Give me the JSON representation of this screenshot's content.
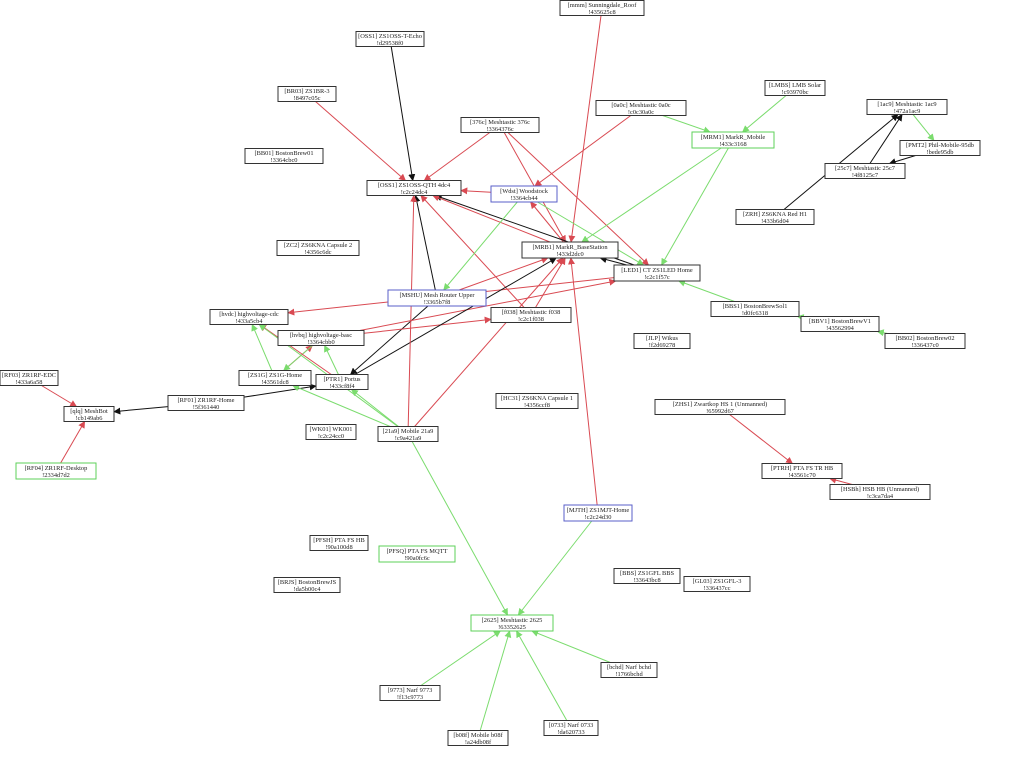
{
  "colors": {
    "red_edge": "#d94a52",
    "green_edge": "#7bdc6e",
    "black_edge": "#111111",
    "box_default": "#333333",
    "box_green": "#5ed15a",
    "box_blue": "#5a5fc8"
  },
  "nodes": [
    {
      "id": "mmm",
      "line1": "[mmm] Sunningdale_Roof",
      "line2": "!435625c8",
      "style": "default"
    },
    {
      "id": "OSS1T",
      "line1": "[OSS1] ZS1OSS-T-Echo",
      "line2": "!d29538f0",
      "style": "default"
    },
    {
      "id": "LMBS",
      "line1": "[LMBS] LMB Solar",
      "line2": "!c93970bc",
      "style": "default"
    },
    {
      "id": "BR03",
      "line1": "[BR03] ZS1BR-3",
      "line2": "!8497c05c",
      "style": "default"
    },
    {
      "id": "0a0c",
      "line1": "[0a0c] Meshtastic 0a0c",
      "line2": "!c0c30a0c",
      "style": "default"
    },
    {
      "id": "1ac9",
      "line1": "[1ac9] Meshtastic 1ac9",
      "line2": "!472a1ac9",
      "style": "default"
    },
    {
      "id": "376c",
      "line1": "[376c] Meshtastic 376c",
      "line2": "!3364376c",
      "style": "default"
    },
    {
      "id": "MRM1",
      "line1": "[MRM1] MarkR_Mobile",
      "line2": "!433c3168",
      "style": "green"
    },
    {
      "id": "PMT2",
      "line1": "[PMT2] Phil-Mobile-95db",
      "line2": "!bede95db",
      "style": "default"
    },
    {
      "id": "BB01",
      "line1": "[BB01] BostonBrew01",
      "line2": "!3364cbc0",
      "style": "default"
    },
    {
      "id": "25c7",
      "line1": "[25c7] Meshtastic 25c7",
      "line2": "!4f8125c7",
      "style": "default"
    },
    {
      "id": "OSS1Q",
      "line1": "[OSS1] ZS1OSS-QTH 4dc4",
      "line2": "!c2c24dc4",
      "style": "default"
    },
    {
      "id": "Wdst",
      "line1": "[Wdst] Woodstock",
      "line2": "!3364cb44",
      "style": "blue"
    },
    {
      "id": "ZRH",
      "line1": "[ZRH] ZS6KNA Red H1",
      "line2": "!433b6d04",
      "style": "default"
    },
    {
      "id": "ZC2",
      "line1": "[ZC2] ZS6KNA Capsule 2",
      "line2": "!4356c6dc",
      "style": "default"
    },
    {
      "id": "MRB1",
      "line1": "[MRB1] MarkR_BaseStation",
      "line2": "!433d2dc0",
      "style": "default"
    },
    {
      "id": "LED1",
      "line1": "[LED1] CT ZS1LED Home",
      "line2": "!c2c1f57c",
      "style": "default"
    },
    {
      "id": "MSHU",
      "line1": "[MSHU] Mesh Router Upper",
      "line2": "!3365b7f8",
      "style": "blue"
    },
    {
      "id": "f038",
      "line1": "[f038] Meshtastic f038",
      "line2": "!c2c1f038",
      "style": "default"
    },
    {
      "id": "BBS1",
      "line1": "[BBS1] BostonBrewSol1",
      "line2": "!d0fc6318",
      "style": "default"
    },
    {
      "id": "hvdc",
      "line1": "[hvdc] highvoltage-cdc",
      "line2": "!433a5cb4",
      "style": "default"
    },
    {
      "id": "BBV1",
      "line1": "[BBV1] BostonBrewV1",
      "line2": "!43562994",
      "style": "default"
    },
    {
      "id": "hvbq",
      "line1": "[hvbq] highvoltage-basc",
      "line2": "!3364cbb0",
      "style": "default"
    },
    {
      "id": "JLP",
      "line1": "[JLP] Wikus",
      "line2": "!f2d69278",
      "style": "default"
    },
    {
      "id": "BB02",
      "line1": "[BB02] BostonBrew02",
      "line2": "!336437c0",
      "style": "default"
    },
    {
      "id": "RF03",
      "line1": "[RF03] ZR1RF-EDC",
      "line2": "!433a6a58",
      "style": "default"
    },
    {
      "id": "ZS1G",
      "line1": "[ZS1G] ZS1G-Home",
      "line2": "!43561dc8",
      "style": "default"
    },
    {
      "id": "PTR1",
      "line1": "[PTR1] Portus",
      "line2": "!433cf8f4",
      "style": "default"
    },
    {
      "id": "RF01",
      "line1": "[RF01] ZR1RF-Home",
      "line2": "!5f361440",
      "style": "default"
    },
    {
      "id": "HC31",
      "line1": "[HC31] ZS6KNA Capsule 1",
      "line2": "!4356ccf8",
      "style": "default"
    },
    {
      "id": "ZHS1",
      "line1": "[ZHS1] Zwartkop HS 1 (Unmanned)",
      "line2": "!65992d67",
      "style": "default"
    },
    {
      "id": "qlq",
      "line1": "[qlq] MeshBot",
      "line2": "!cb149ab6",
      "style": "default"
    },
    {
      "id": "WK01",
      "line1": "[WK01] WK001",
      "line2": "!c2c24cc0",
      "style": "default"
    },
    {
      "id": "21a9",
      "line1": "[21a9] Mobile 21a9",
      "line2": "!c9a421a9",
      "style": "default"
    },
    {
      "id": "RF04",
      "line1": "[RF04] ZR1RF-Desktop",
      "line2": "!2334d7d2",
      "style": "green"
    },
    {
      "id": "PTRH",
      "line1": "[PTRH] PTA FS TR HB",
      "line2": "!43561c70",
      "style": "default"
    },
    {
      "id": "HSBh",
      "line1": "[HSBh] HSB HB (Unmanned)",
      "line2": "!c3ca7da4",
      "style": "default"
    },
    {
      "id": "MJTH",
      "line1": "[MJTH] ZS1MJT-Home",
      "line2": "!c2c24d30",
      "style": "blue"
    },
    {
      "id": "PFSH",
      "line1": "[PFSH] PTA FS HB",
      "line2": "!90a100d8",
      "style": "default"
    },
    {
      "id": "PFSQ",
      "line1": "[PFSQ] PTA FS MQTT",
      "line2": "!90a0fc6c",
      "style": "green"
    },
    {
      "id": "BBS",
      "line1": "[BBS] ZS1GFL BBS",
      "line2": "!33643bc8",
      "style": "default"
    },
    {
      "id": "BRJS",
      "line1": "[BRJS] BostonBrewJS",
      "line2": "!da5b00c4",
      "style": "default"
    },
    {
      "id": "GL03",
      "line1": "[GL03] ZS1GFL-3",
      "line2": "!336437cc",
      "style": "default"
    },
    {
      "id": "2625",
      "line1": "[2625] Meshtastic 2625",
      "line2": "!63352625",
      "style": "green"
    },
    {
      "id": "bchd",
      "line1": "[bchd] Narf bchd",
      "line2": "!1766bchd",
      "style": "default"
    },
    {
      "id": "9773",
      "line1": "[9773] Narf 9773",
      "line2": "!f13c9773",
      "style": "default"
    },
    {
      "id": "0733",
      "line1": "[0733] Narf 0733",
      "line2": "!da620733",
      "style": "default"
    },
    {
      "id": "b08f",
      "line1": "[b08f] Mobile b08f",
      "line2": "!a24db08f",
      "style": "default"
    }
  ],
  "edges": [
    {
      "from": "mmm",
      "to": "MRB1",
      "color": "red"
    },
    {
      "from": "OSS1T",
      "to": "OSS1Q",
      "color": "black"
    },
    {
      "from": "BR03",
      "to": "OSS1Q",
      "color": "red"
    },
    {
      "from": "376c",
      "to": "OSS1Q",
      "color": "red"
    },
    {
      "from": "376c",
      "to": "MRB1",
      "color": "red"
    },
    {
      "from": "376c",
      "to": "LED1",
      "color": "red"
    },
    {
      "from": "0a0c",
      "to": "Wdst",
      "color": "red"
    },
    {
      "from": "0a0c",
      "to": "MRM1",
      "color": "green"
    },
    {
      "from": "LMBS",
      "to": "MRM1",
      "color": "green"
    },
    {
      "from": "ZRH",
      "to": "1ac9",
      "color": "black"
    },
    {
      "from": "25c7",
      "to": "1ac9",
      "color": "black"
    },
    {
      "from": "1ac9",
      "to": "PMT2",
      "color": "green"
    },
    {
      "from": "PMT2",
      "to": "25c7",
      "color": "black"
    },
    {
      "from": "MRM1",
      "to": "MRB1",
      "color": "green"
    },
    {
      "from": "MRM1",
      "to": "LED1",
      "color": "green"
    },
    {
      "from": "MRB1",
      "to": "Wdst",
      "color": "red"
    },
    {
      "from": "Wdst",
      "to": "LED1",
      "color": "green"
    },
    {
      "from": "LED1",
      "to": "MRB1",
      "color": "black"
    },
    {
      "from": "LED1",
      "to": "OSS1Q",
      "color": "black"
    },
    {
      "from": "MRB1",
      "to": "OSS1Q",
      "color": "red"
    },
    {
      "from": "LED1",
      "to": "hvdc",
      "color": "red"
    },
    {
      "from": "f038",
      "to": "OSS1Q",
      "color": "red"
    },
    {
      "from": "f038",
      "to": "MRB1",
      "color": "red"
    },
    {
      "from": "MSHU",
      "to": "OSS1Q",
      "color": "black"
    },
    {
      "from": "MSHU",
      "to": "MRB1",
      "color": "red"
    },
    {
      "from": "MSHU",
      "to": "PTR1",
      "color": "black"
    },
    {
      "from": "Wdst",
      "to": "MSHU",
      "color": "green"
    },
    {
      "from": "Wdst",
      "to": "OSS1Q",
      "color": "red"
    },
    {
      "from": "hvbq",
      "to": "LED1",
      "color": "red"
    },
    {
      "from": "hvbq",
      "to": "f038",
      "color": "red"
    },
    {
      "from": "BBS1",
      "to": "LED1",
      "color": "green"
    },
    {
      "from": "BBV1",
      "to": "BBS1",
      "color": "green"
    },
    {
      "from": "BB02",
      "to": "BBV1",
      "color": "green"
    },
    {
      "from": "ZS1G",
      "to": "hvdc",
      "color": "green"
    },
    {
      "from": "ZS1G",
      "to": "hvbq",
      "color": "red"
    },
    {
      "from": "hvbq",
      "to": "ZS1G",
      "color": "green"
    },
    {
      "from": "PTR1",
      "to": "hvbq",
      "color": "green"
    },
    {
      "from": "PTR1",
      "to": "MRB1",
      "color": "black"
    },
    {
      "from": "PTR1",
      "to": "hvdc",
      "color": "red"
    },
    {
      "from": "RF01",
      "to": "PTR1",
      "color": "black"
    },
    {
      "from": "RF01",
      "to": "qlq",
      "color": "black"
    },
    {
      "from": "RF03",
      "to": "qlq",
      "color": "red"
    },
    {
      "from": "RF04",
      "to": "qlq",
      "color": "red"
    },
    {
      "from": "21a9",
      "to": "PTR1",
      "color": "green"
    },
    {
      "from": "21a9",
      "to": "ZS1G",
      "color": "green"
    },
    {
      "from": "21a9",
      "to": "hvdc",
      "color": "green"
    },
    {
      "from": "21a9",
      "to": "OSS1Q",
      "color": "red"
    },
    {
      "from": "21a9",
      "to": "MRB1",
      "color": "red"
    },
    {
      "from": "21a9",
      "to": "2625",
      "color": "green"
    },
    {
      "from": "MJTH",
      "to": "MRB1",
      "color": "red"
    },
    {
      "from": "MJTH",
      "to": "2625",
      "color": "green"
    },
    {
      "from": "ZHS1",
      "to": "PTRH",
      "color": "red"
    },
    {
      "from": "HSBh",
      "to": "PTRH",
      "color": "red"
    },
    {
      "from": "9773",
      "to": "2625",
      "color": "green"
    },
    {
      "from": "b08f",
      "to": "2625",
      "color": "green"
    },
    {
      "from": "0733",
      "to": "2625",
      "color": "green"
    },
    {
      "from": "bchd",
      "to": "2625",
      "color": "green"
    }
  ]
}
